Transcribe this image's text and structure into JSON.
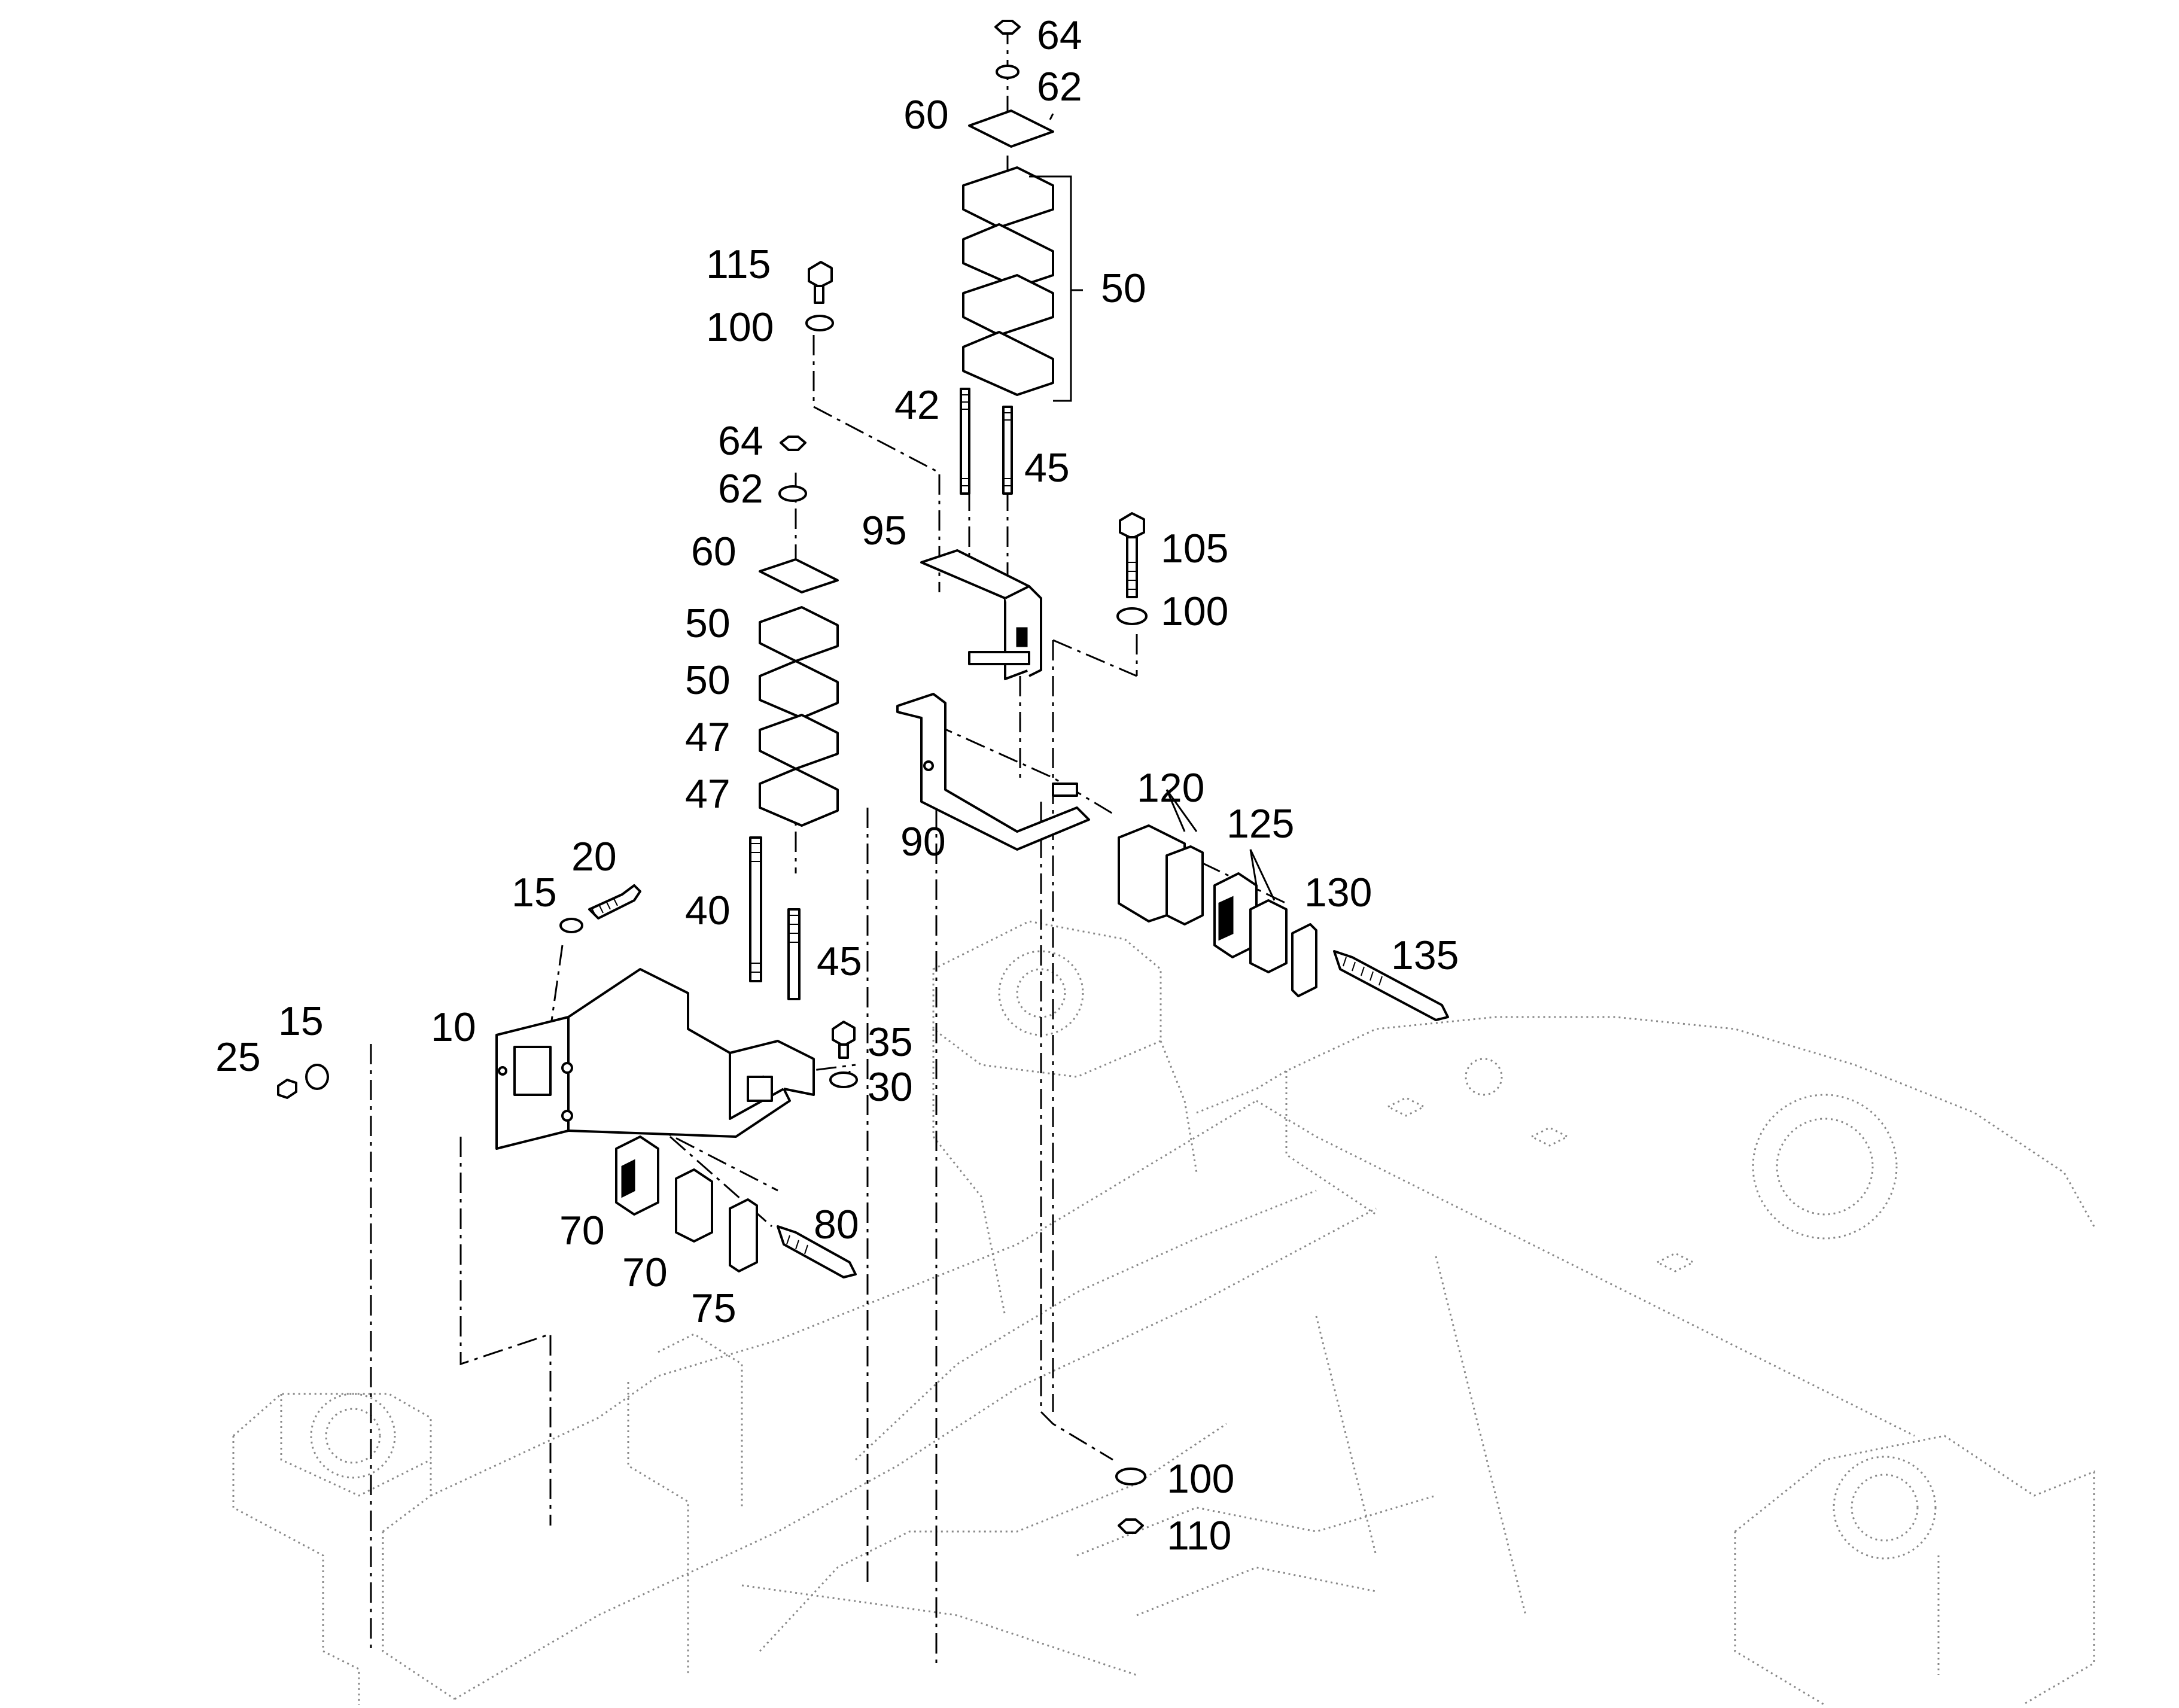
{
  "callouts": {
    "c64_top": "64",
    "c62_top": "62",
    "c60_top": "60",
    "c50_group": "50",
    "c115": "115",
    "c100_upper": "100",
    "c42": "42",
    "c45_upper": "45",
    "c64_mid": "64",
    "c62_mid": "62",
    "c95": "95",
    "c105": "105",
    "c100_right": "100",
    "c60_mid": "60",
    "c50_a": "50",
    "c50_b": "50",
    "c47_a": "47",
    "c47_b": "47",
    "c90": "90",
    "c120": "120",
    "c125": "125",
    "c130": "130",
    "c135": "135",
    "c15_upper": "15",
    "c20": "20",
    "c40": "40",
    "c45_lower": "45",
    "c15_left": "15",
    "c25": "25",
    "c10": "10",
    "c35": "35",
    "c30": "30",
    "c70_a": "70",
    "c70_b": "70",
    "c80": "80",
    "c75": "75",
    "c100_bottom": "100",
    "c110": "110"
  },
  "colors": {
    "line": "#000000",
    "frame": "#888888",
    "background": "#ffffff"
  }
}
